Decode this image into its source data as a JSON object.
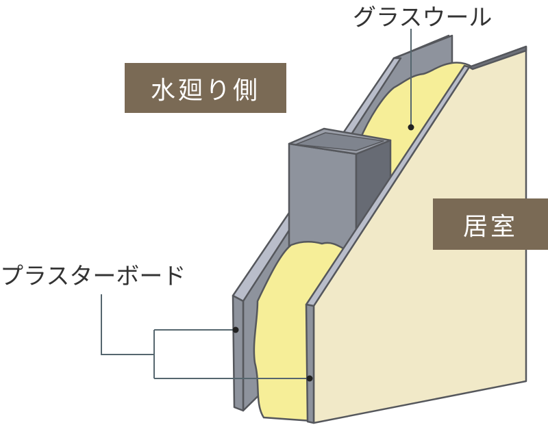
{
  "labels": {
    "water_side": "水廻り側",
    "living_room": "居室",
    "glass_wool": "グラスウール",
    "plaster_board": "プラスターボード"
  },
  "colors": {
    "label_bg": "#7a6a55",
    "board_face": "#f1e9c8",
    "board_edge": "#b9bdca",
    "glass_wool": "#f6ee98",
    "stud": "#8e939d",
    "outline": "#55575c"
  }
}
